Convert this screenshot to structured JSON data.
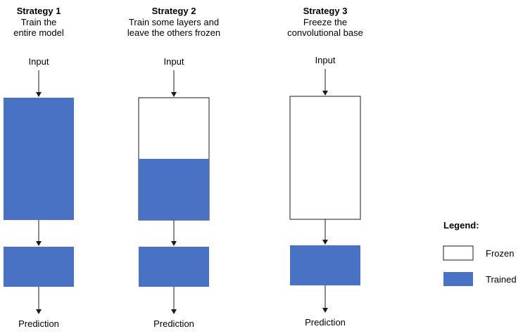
{
  "colors": {
    "trained": "#4a72c4",
    "frozen": "#ffffff",
    "stroke": "#1a1a1a"
  },
  "strategies": [
    {
      "title": "Strategy 1",
      "subtitle_lines": [
        "Train the",
        "entire model"
      ],
      "input_label": "Input",
      "output_label": "Prediction",
      "base_trained_fraction": 1.0,
      "head": "trained"
    },
    {
      "title": "Strategy 2",
      "subtitle_lines": [
        "Train some layers and",
        "leave the others frozen"
      ],
      "input_label": "Input",
      "output_label": "Prediction",
      "base_trained_fraction": 0.5,
      "head": "trained"
    },
    {
      "title": "Strategy 3",
      "subtitle_lines": [
        "Freeze the",
        "convolutional base"
      ],
      "input_label": "Input",
      "output_label": "Prediction",
      "base_trained_fraction": 0.0,
      "head": "trained"
    }
  ],
  "legend": {
    "title": "Legend:",
    "frozen_label": "Frozen",
    "trained_label": "Trained"
  }
}
